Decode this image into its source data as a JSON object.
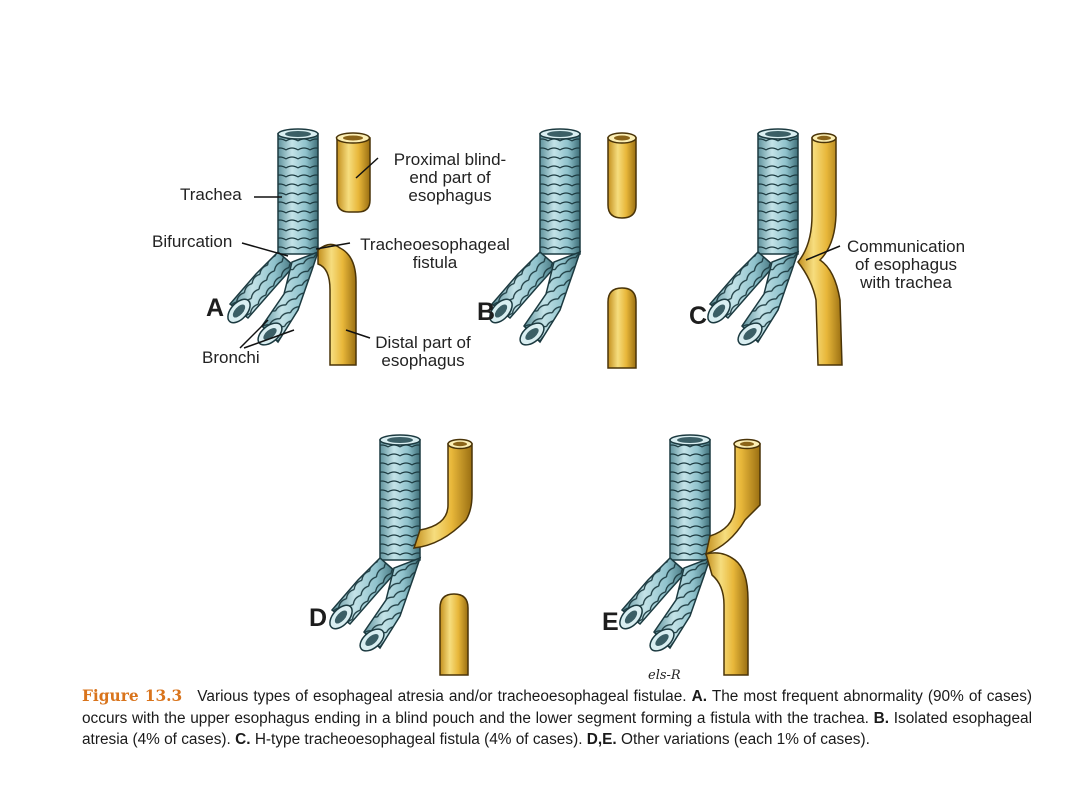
{
  "labels": {
    "trachea": "Trachea",
    "proximal": [
      "Proximal blind-",
      "end part of",
      "esophagus"
    ],
    "bifurcation": "Bifurcation",
    "fistula": [
      "Tracheoesophageal",
      "fistula"
    ],
    "bronchi": "Bronchi",
    "distal": [
      "Distal part of",
      "esophagus"
    ],
    "communication": [
      "Communication",
      "of esophagus",
      "with trachea"
    ]
  },
  "panels": {
    "a": "A",
    "b": "B",
    "c": "C",
    "d": "D",
    "e": "E"
  },
  "signature": "els-R",
  "caption": {
    "figure_label": "Figure 13.3",
    "intro": "Various types of esophageal atresia and/or tracheoesophageal fistulae.",
    "a_label": "A.",
    "a_text": "The most frequent abnormality (90% of cases) occurs with the upper esophagus ending in a blind pouch and the lower segment forming a fistula with the trachea.",
    "b_label": "B.",
    "b_text": "Isolated esophageal atresia (4% of cases).",
    "c_label": "C.",
    "c_text": "H-type tracheoesophageal fistula (4% of cases).",
    "de_label": "D,E.",
    "de_text": "Other variations (each 1% of cases)."
  },
  "colors": {
    "trachea_fill": "#8fc2cc",
    "trachea_light": "#c4e3e8",
    "trachea_dark": "#3e6e78",
    "esophagus_fill": "#e8b73a",
    "esophagus_light": "#f6dd7e",
    "esophagus_dark": "#9a6f12",
    "caption_accent": "#d9741c"
  }
}
